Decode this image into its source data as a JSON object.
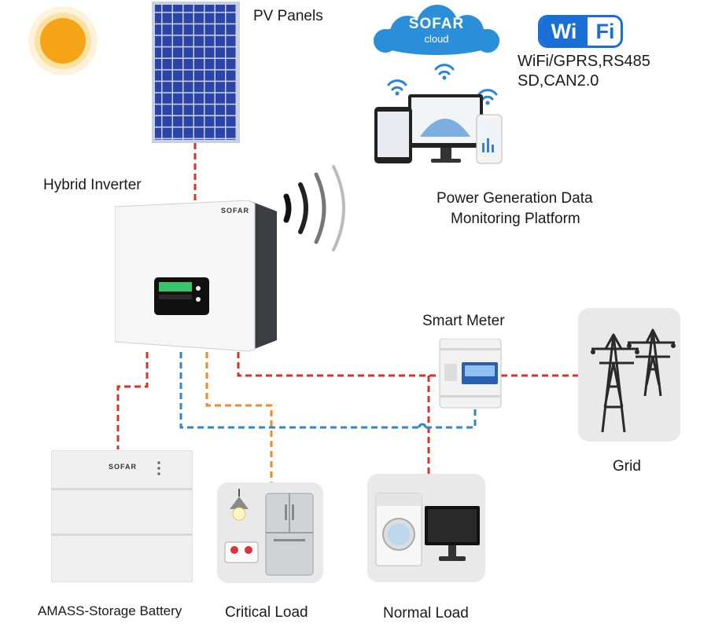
{
  "labels": {
    "pv_panels": "PV Panels",
    "hybrid_inverter": "Hybrid Inverter",
    "monitoring_line1": "Power Generation Data",
    "monitoring_line2": "Monitoring Platform",
    "smart_meter": "Smart Meter",
    "grid": "Grid",
    "battery": "AMASS-Storage Battery",
    "critical_load": "Critical Load",
    "normal_load": "Normal Load"
  },
  "cloud": {
    "brand": "SOFAR",
    "sub": "cloud"
  },
  "wifi_badge": {
    "left": "Wi",
    "right": "Fi"
  },
  "protocols": {
    "line1": "WiFi/GPRS,RS485",
    "line2": "SD,CAN2.0"
  },
  "device_brand": "SOFAR",
  "colors": {
    "red_wire": "#d9322b",
    "orange_wire": "#ee8a2a",
    "blue_wire": "#2f86c9",
    "cloud": "#2a8fd8",
    "wifi": "#1a6fd6",
    "sun": "#f4a416",
    "panel": "#2a3f9e"
  }
}
